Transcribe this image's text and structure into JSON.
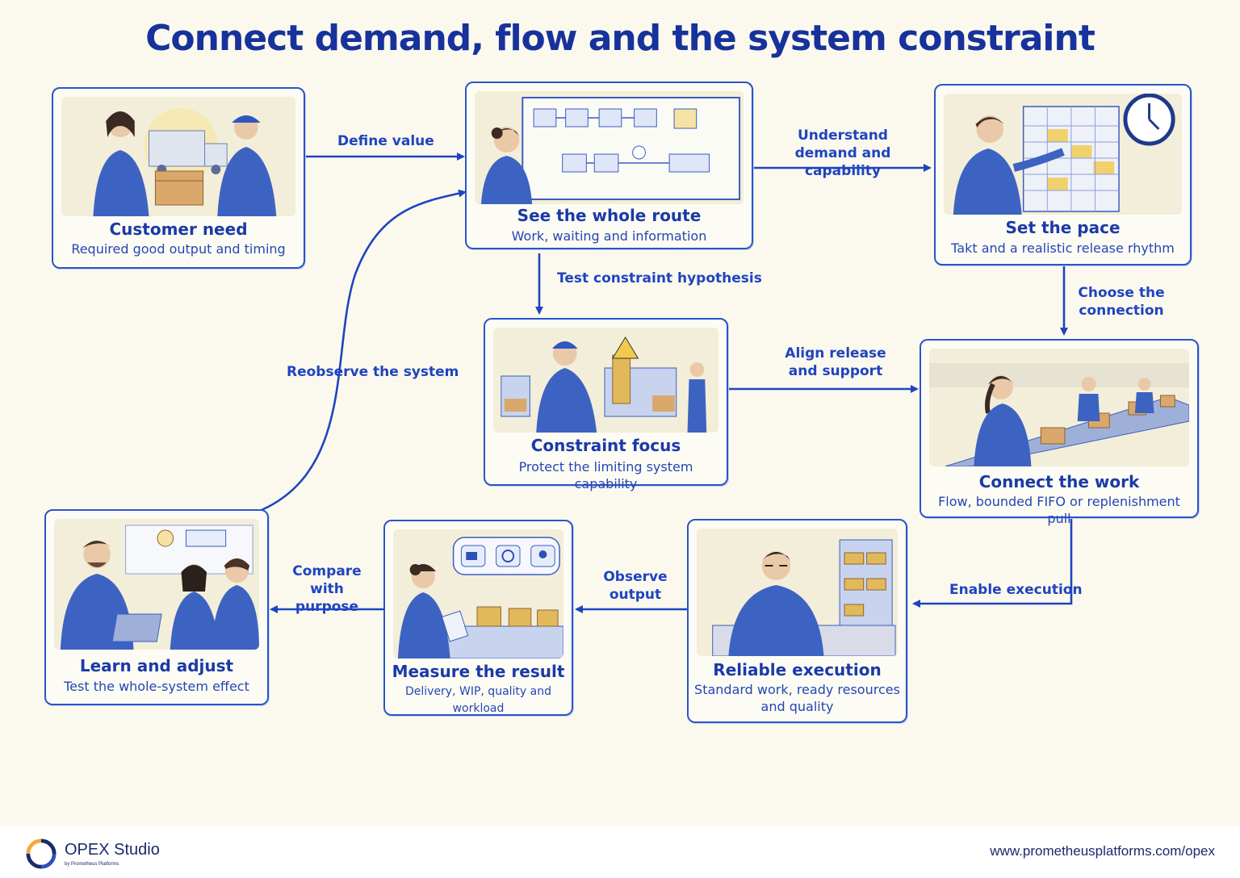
{
  "title": "Connect demand, flow and the system constraint",
  "steps": {
    "customer_need": {
      "title": "Customer need",
      "subtitle": "Required good output and timing"
    },
    "see_route": {
      "title": "See the whole route",
      "subtitle": "Work, waiting and information"
    },
    "set_pace": {
      "title": "Set the pace",
      "subtitle": "Takt and a realistic release rhythm"
    },
    "constraint_focus": {
      "title": "Constraint focus",
      "subtitle": "Protect the limiting system capability"
    },
    "connect_work": {
      "title": "Connect the work",
      "subtitle": "Flow, bounded FIFO or replenishment pull"
    },
    "reliable_execution": {
      "title": "Reliable execution",
      "subtitle": "Standard work, ready resources and quality"
    },
    "measure_result": {
      "title": "Measure the result",
      "subtitle": "Delivery, WIP, quality and workload"
    },
    "learn_adjust": {
      "title": "Learn and adjust",
      "subtitle": "Test the whole-system effect"
    }
  },
  "edges": {
    "define_value": "Define value",
    "understand_demand": "Understand demand and capability",
    "test_constraint": "Test constraint hypothesis",
    "choose_connection": "Choose the connection",
    "align_release": "Align release and support",
    "enable_execution": "Enable execution",
    "observe_output": "Observe output",
    "compare_purpose": "Compare with purpose",
    "reobserve": "Reobserve the system"
  },
  "colors": {
    "accent": "#1f44c0",
    "title": "#17329c",
    "background": "#fbf9ee",
    "highlight": "#f2c94c"
  },
  "footer": {
    "brand": "OPEX Studio",
    "brand_sub": "by Prometheus Platforms",
    "url": "www.prometheusplatforms.com/opex"
  }
}
